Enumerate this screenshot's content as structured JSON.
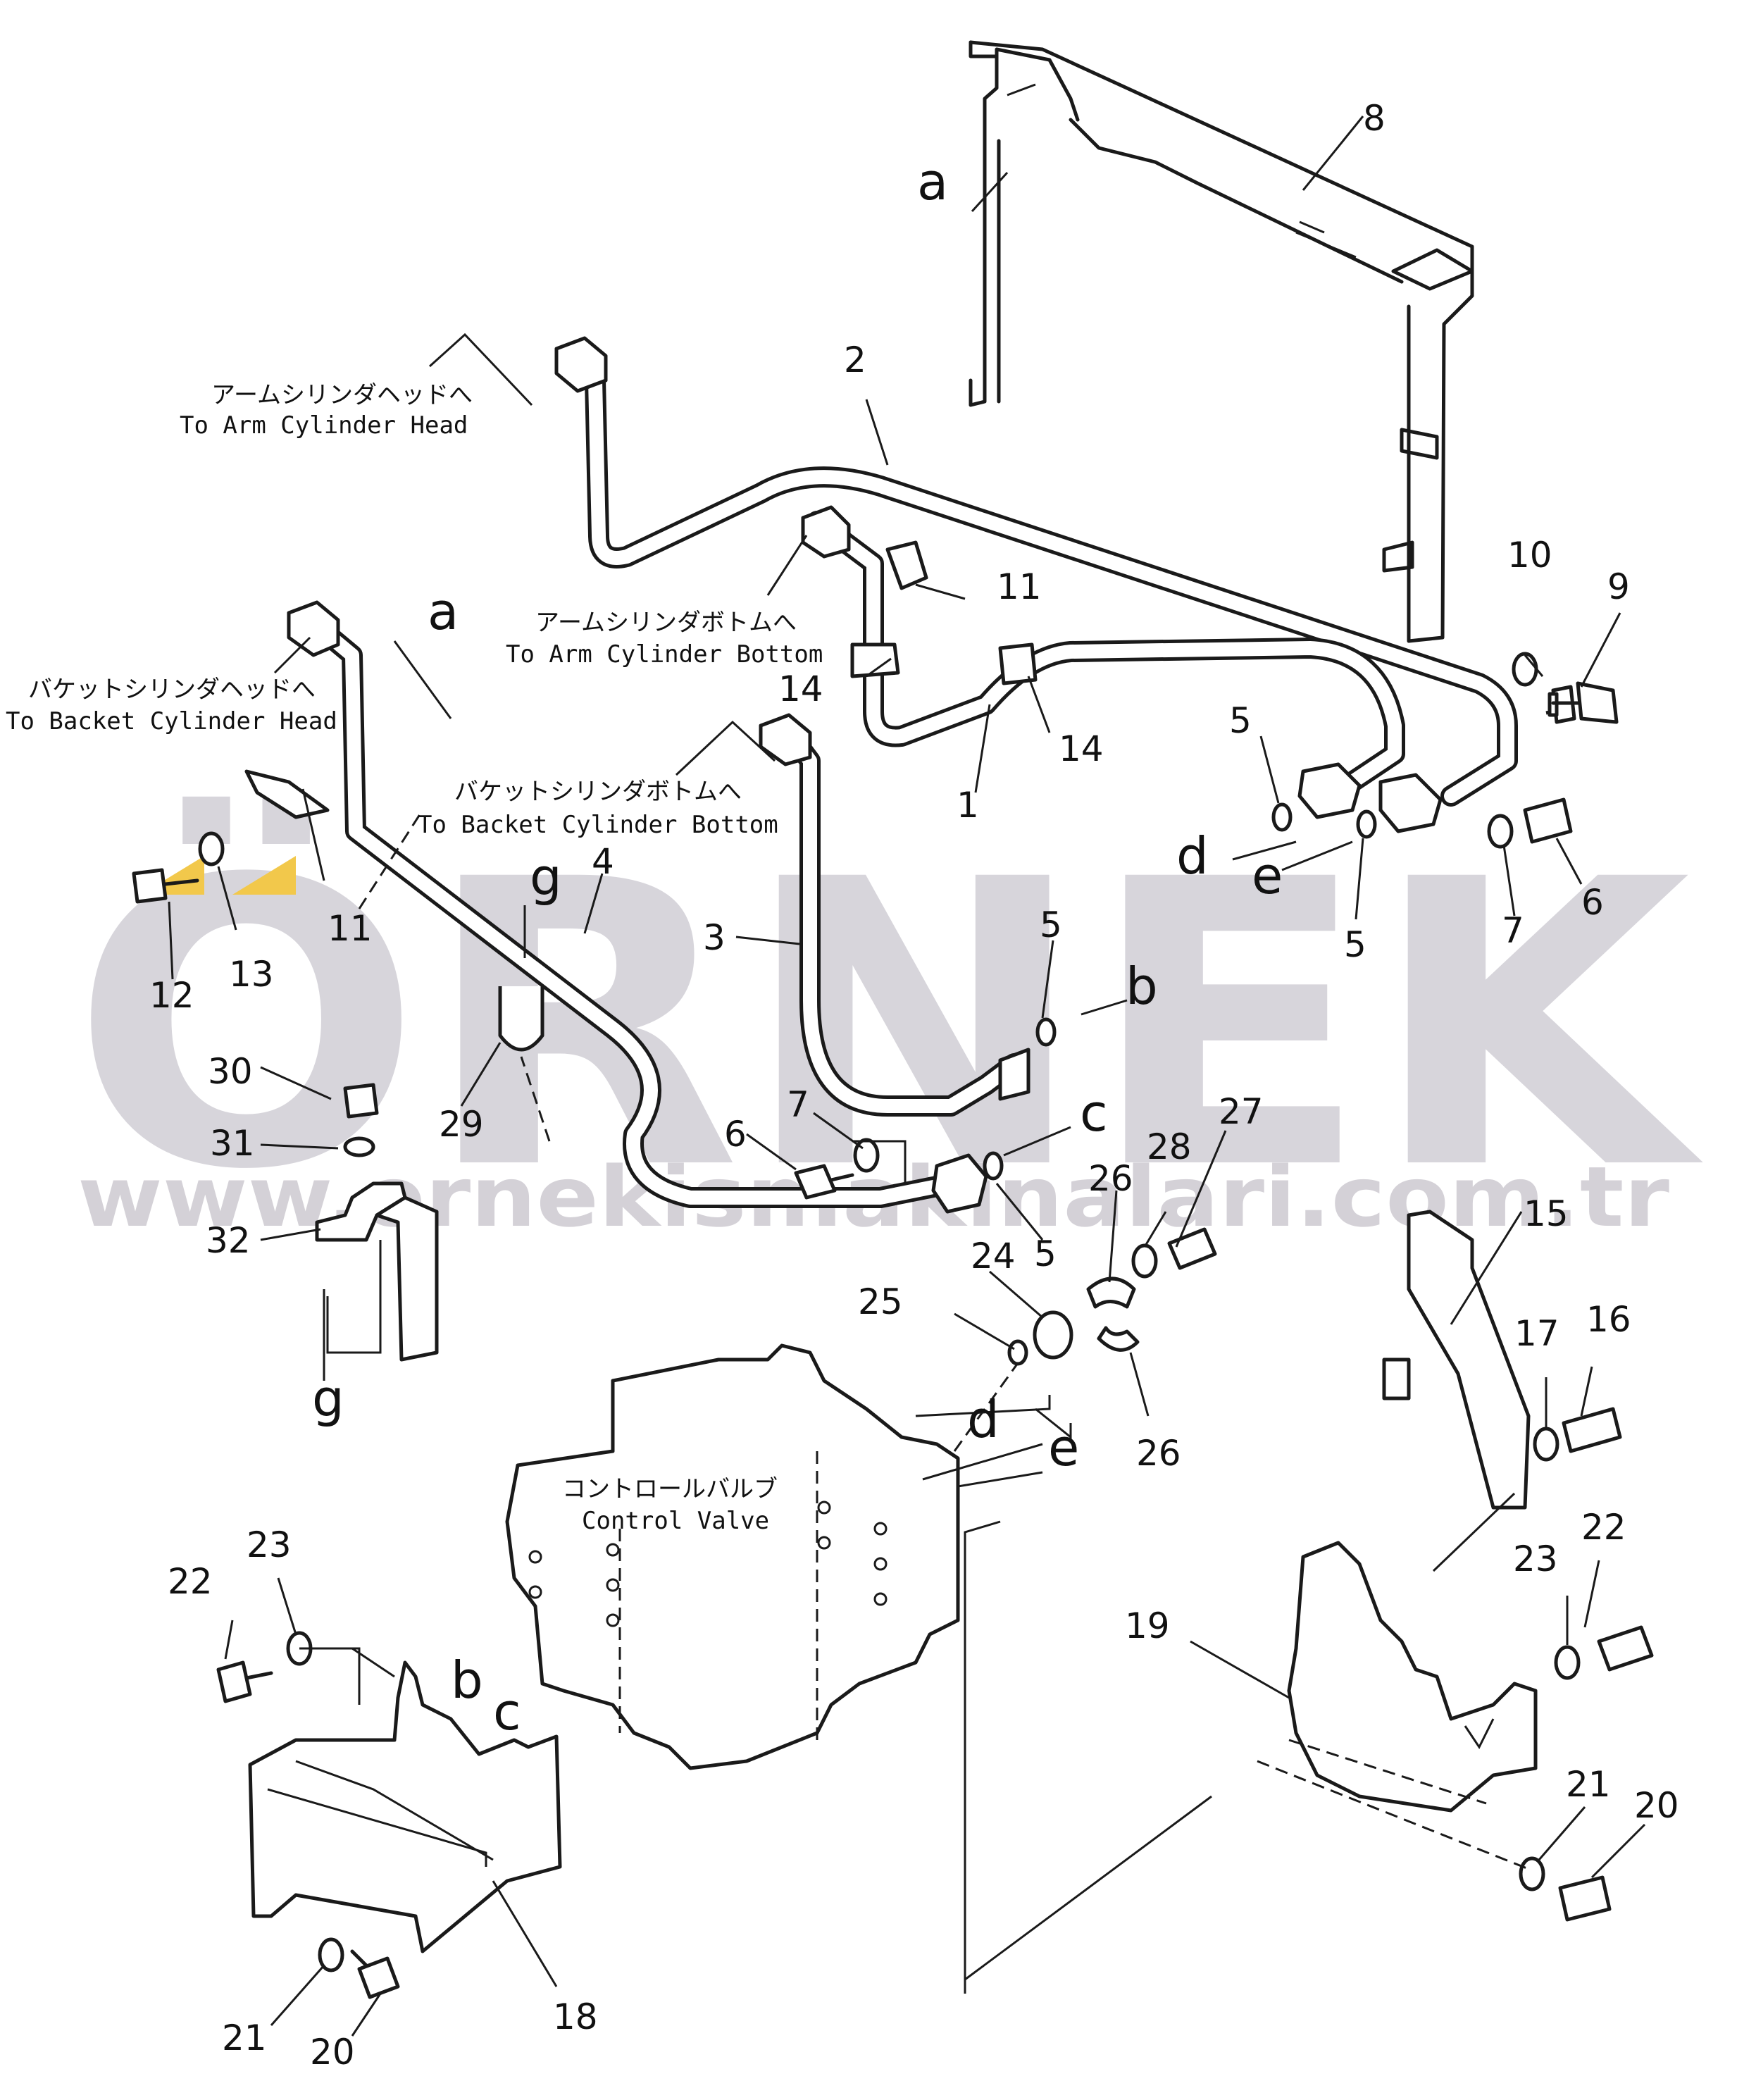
{
  "watermark": {
    "brand": "ÖRNEK",
    "url": "www.ornekismakinalari.com.tr",
    "accent_color": "#f2c84b",
    "text_color": "#b7b3bd"
  },
  "captions": {
    "arm_head_jp": "アームシリンダヘッドへ",
    "arm_head_en": "To Arm Cylinder Head",
    "arm_bottom_jp": "アームシリンダボトムへ",
    "arm_bottom_en": "To Arm Cylinder Bottom",
    "bucket_head_jp": "バケットシリンダヘッドへ",
    "bucket_head_en": "To Backet Cylinder Head",
    "bucket_bottom_jp": "バケットシリンダボトムへ",
    "bucket_bottom_en": "To Backet Cylinder Bottom",
    "valve_jp": "コントロールバルブ",
    "valve_en": "Control Valve"
  },
  "part_numbers": [
    "1",
    "2",
    "3",
    "4",
    "5",
    "6",
    "7",
    "8",
    "9",
    "10",
    "11",
    "12",
    "13",
    "14",
    "15",
    "16",
    "17",
    "18",
    "19",
    "20",
    "21",
    "22",
    "23",
    "24",
    "25",
    "26",
    "27",
    "28",
    "29",
    "30",
    "31",
    "32"
  ],
  "reference_letters": [
    "a",
    "b",
    "c",
    "d",
    "e",
    "g"
  ]
}
